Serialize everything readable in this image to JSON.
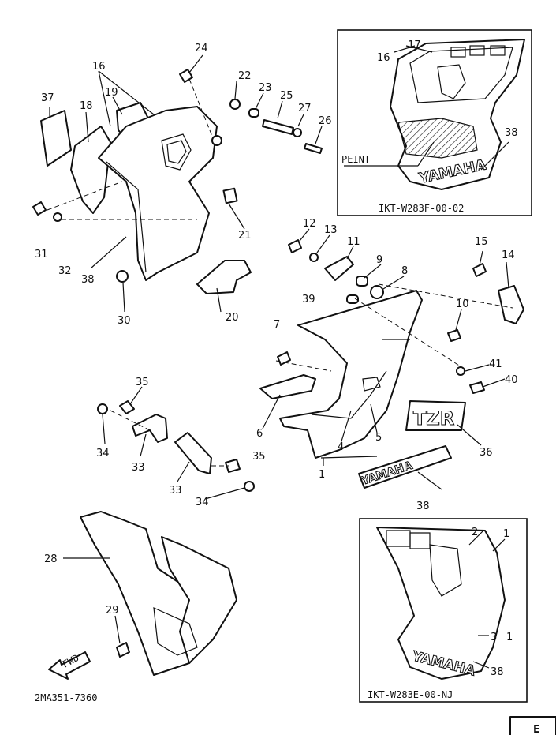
{
  "callouts": [
    "1",
    "2",
    "3",
    "4",
    "5",
    "6",
    "7",
    "8",
    "9",
    "10",
    "11",
    "12",
    "13",
    "14",
    "15",
    "16",
    "17",
    "18",
    "19",
    "20",
    "21",
    "22",
    "23",
    "24",
    "25",
    "26",
    "27",
    "28",
    "29",
    "30",
    "31",
    "32",
    "33",
    "34",
    "35",
    "36",
    "37",
    "38",
    "39",
    "40",
    "41"
  ],
  "inset_top": {
    "code": "IKT-W283F-00-02",
    "paint_label": "PEINT",
    "logo_text": "YAMAHA"
  },
  "inset_bottom": {
    "code": "IKT-W283E-00-NJ",
    "logo_text": "YAMAHA"
  },
  "decal_logo": "YAMAHA",
  "decal_tzr": "TZR",
  "forward_arrow": "FWD",
  "drawing_code": "2MA351-7360",
  "corner_mark": "E"
}
